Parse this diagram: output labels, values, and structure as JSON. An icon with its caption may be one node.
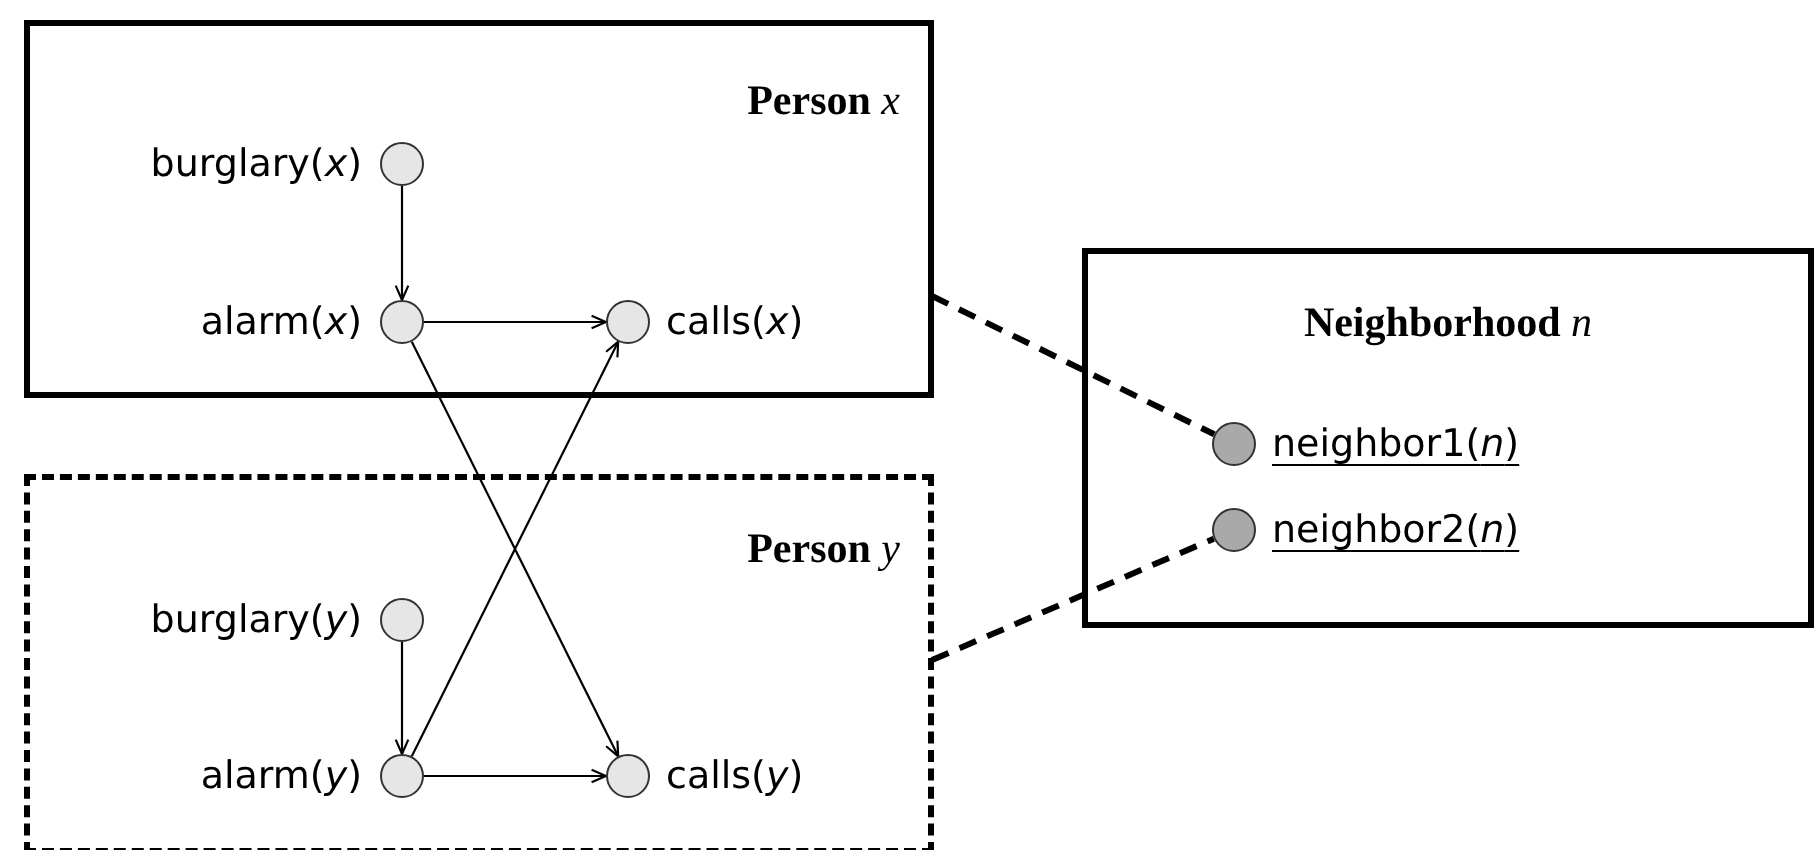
{
  "diagram": {
    "nodes": [
      {
        "text": [
          "**Person** *x*"
        ]
      },
      {
        "text": [],
        "shape": "circle",
        "in": 0,
        "beside": [
          "burglary(*x*)"
        ]
      },
      {
        "text": [],
        "shape": "circle",
        "in": 0,
        "beside": [
          "alarm(*x*)"
        ]
      },
      {
        "text": [],
        "shape": "circle",
        "in": 0,
        "beside": [
          "calls(*x*)"
        ]
      },
      {
        "text": [
          "**Person** *y*"
        ]
      },
      {
        "text": [],
        "shape": "circle",
        "in": 4,
        "beside": [
          "burglary(*y*)"
        ]
      },
      {
        "text": [],
        "shape": "circle",
        "in": 4,
        "beside": [
          "alarm(*y*)"
        ]
      },
      {
        "text": [],
        "shape": "circle",
        "in": 4,
        "beside": [
          "calls(*y*)"
        ]
      },
      {
        "text": [
          "**Neighborhood** *n*"
        ]
      },
      {
        "text": [],
        "shape": "circle",
        "in": 8,
        "beside": [
          "neighbor1(*n*)"
        ]
      },
      {
        "text": [],
        "shape": "circle",
        "in": 8,
        "beside": [
          "neighbor2(*n*)"
        ]
      }
    ],
    "edges": [
      {
        "from": 1,
        "to": 2,
        "arrow": "to"
      },
      {
        "from": 2,
        "to": 3,
        "arrow": "to"
      },
      {
        "from": 5,
        "to": 6,
        "arrow": "to"
      },
      {
        "from": 6,
        "to": 7,
        "arrow": "to"
      },
      {
        "from": 2,
        "to": 7,
        "arrow": "to"
      },
      {
        "from": 6,
        "to": 3,
        "arrow": "to"
      },
      {
        "from": 0,
        "to": 9,
        "arrow": "none",
        "style": "dashed"
      },
      {
        "from": 4,
        "to": 10,
        "arrow": "none",
        "style": "dashed"
      }
    ]
  }
}
